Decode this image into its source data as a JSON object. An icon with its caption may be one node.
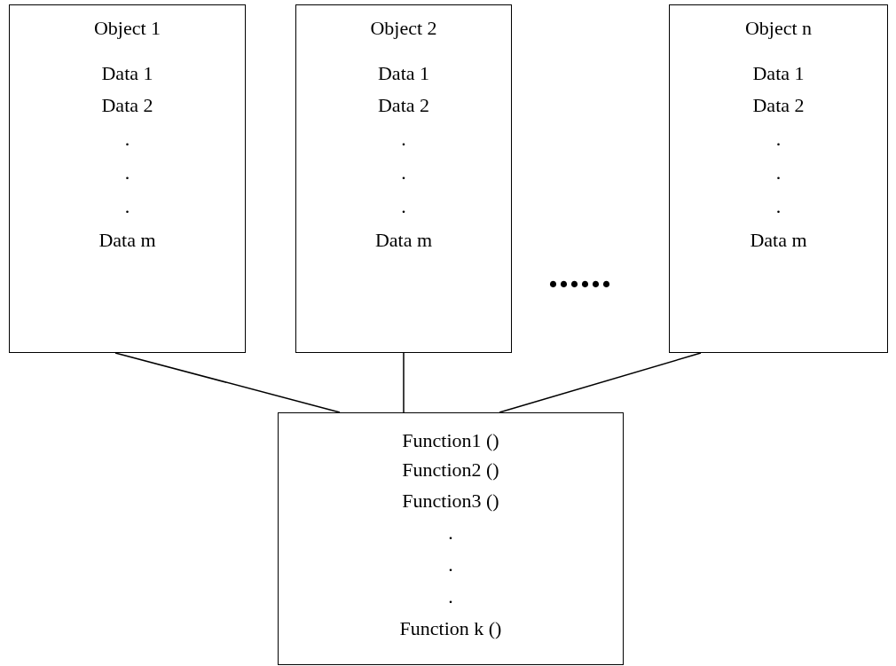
{
  "diagram": {
    "nodes": [
      {
        "text": [
          "Object 1",
          "Data 1",
          "Data 2",
          ".",
          ".",
          ".",
          "Data m"
        ]
      },
      {
        "text": [
          "Object 2",
          "Data 1",
          "Data 2",
          ".",
          ".",
          ".",
          "Data m"
        ]
      },
      {
        "text": [
          "Object n",
          "Data 1",
          "Data 2",
          ".",
          ".",
          ".",
          "Data m"
        ]
      },
      {
        "text": [
          "Function1 ()",
          "Function2 ()",
          "Function3 ()",
          ".",
          ".",
          ".",
          "Function k ()"
        ]
      }
    ],
    "edges": [
      {
        "from": 0,
        "to": 3,
        "arrow": "none"
      },
      {
        "from": 1,
        "to": 3,
        "arrow": "none"
      },
      {
        "from": 2,
        "to": 3,
        "arrow": "none"
      }
    ],
    "labels": [
      "......"
    ]
  }
}
